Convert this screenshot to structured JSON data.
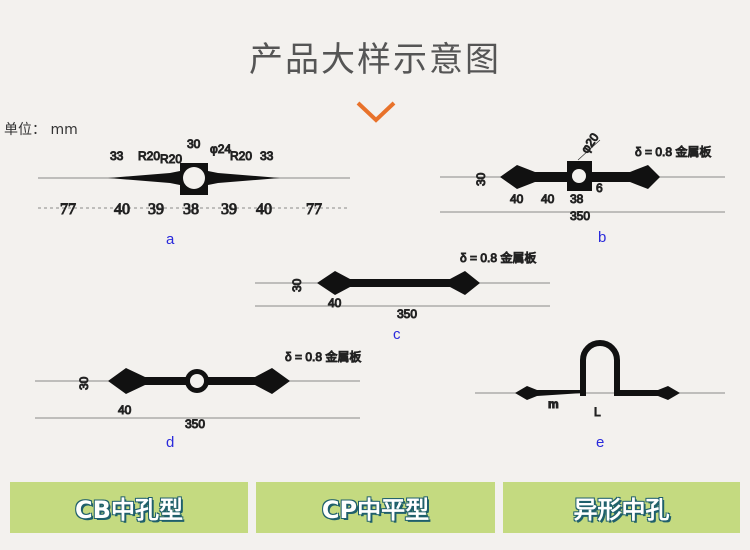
{
  "title": "产品大样示意图",
  "unit_label": "单位： mm",
  "colors": {
    "accent": "#e8722a",
    "button_bg": "#c4da80",
    "button_shadow": "#1f5f6b"
  },
  "diagrams": {
    "a": {
      "letter": "a",
      "top_dims": [
        "33",
        "R20",
        "R20",
        "30",
        "φ24",
        "R20",
        "33"
      ],
      "bottom_dims": [
        "77",
        "40",
        "39",
        "38",
        "39",
        "40",
        "77"
      ]
    },
    "b": {
      "letter": "b",
      "plate": "δ = 0.8 金属板",
      "height": "30",
      "hole": "φ20",
      "side": "6",
      "dims": [
        "40",
        "40",
        "38"
      ],
      "total": "350"
    },
    "c": {
      "letter": "c",
      "plate": "δ = 0.8 金属板",
      "height": "30",
      "dims": [
        "40"
      ],
      "total": "350"
    },
    "d": {
      "letter": "d",
      "plate": "δ = 0.8 金属板",
      "height": "30",
      "dims": [
        "40"
      ],
      "total": "350"
    },
    "e": {
      "letter": "e",
      "m": "m",
      "L": "L"
    }
  },
  "buttons": [
    "CB中孔型",
    "CP中平型",
    "异形中孔"
  ]
}
